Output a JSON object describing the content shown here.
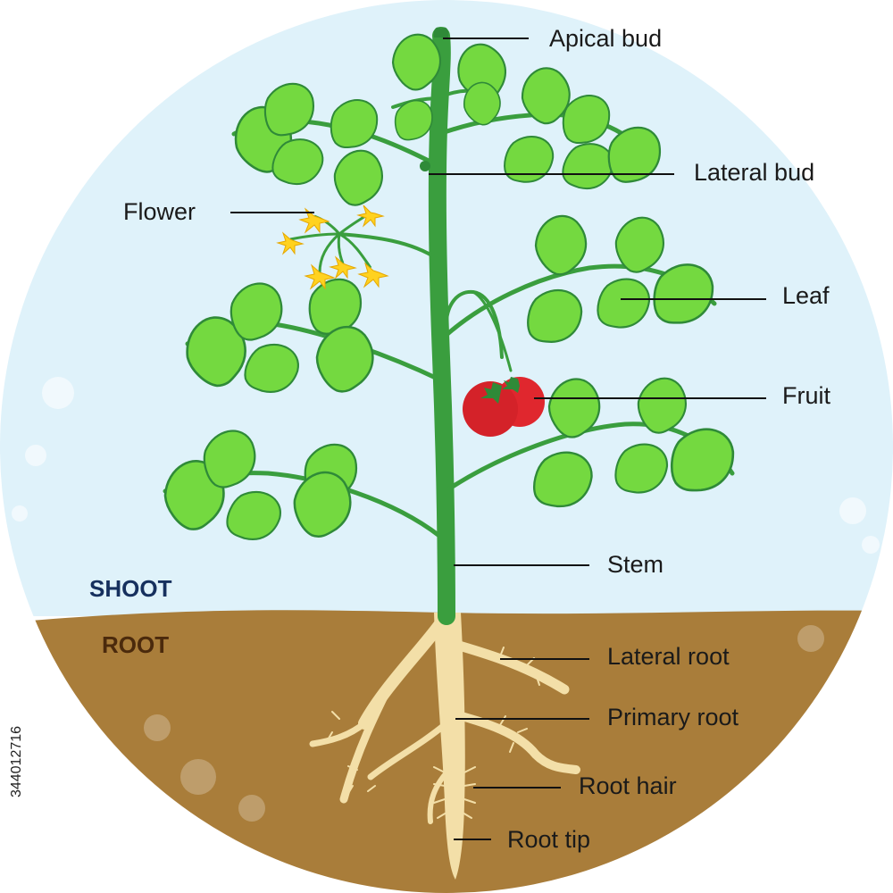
{
  "diagram": {
    "labels": {
      "apical_bud": "Apical bud",
      "lateral_bud": "Lateral bud",
      "flower": "Flower",
      "leaf": "Leaf",
      "fruit": "Fruit",
      "stem": "Stem",
      "lateral_root": "Lateral root",
      "primary_root": "Primary root",
      "root_hair": "Root hair",
      "root_tip": "Root tip"
    },
    "zones": {
      "shoot": "SHOOT",
      "root": "ROOT"
    }
  },
  "stock_id": "344012716",
  "colors": {
    "sky": "#dff2fa",
    "soil": "#a97d3a",
    "leaf": "#74d940",
    "leaf_vein": "#2f8a38",
    "stem": "#3a9e3e",
    "root": "#f3dfa8",
    "fruit": "#e0272e",
    "flower": "#ffd21f",
    "shoot_label": "#16305e",
    "root_label": "#4b2a0c"
  }
}
